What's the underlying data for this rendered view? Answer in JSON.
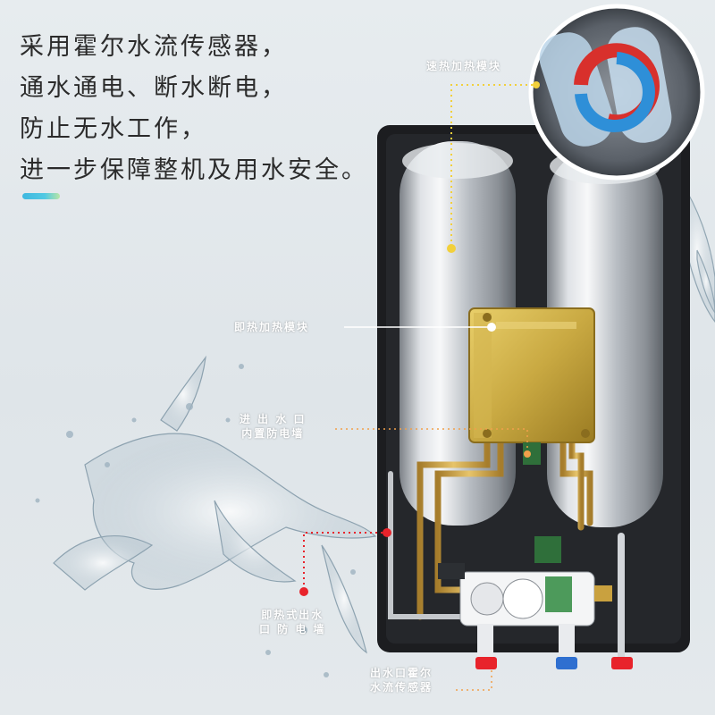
{
  "headline": {
    "lines": [
      "采用霍尔水流传感器，",
      "通水通电、断水断电，",
      "防止无水工作，",
      "进一步保障整机及用水安全。"
    ]
  },
  "callouts": {
    "fast_heating_module": "速热加热模块",
    "instant_heating_module": "即热加热模块",
    "inlet_line1": "进 出 水 口",
    "inlet_line2": "内置防电墙",
    "outlet_line1": "即热式出水",
    "outlet_line2": "口 防 电 墙",
    "sensor_line1": "出水口霍尔",
    "sensor_line2": "水流传感器"
  },
  "colors": {
    "accent_yellow": "#f2d03b",
    "accent_red": "#e8232b",
    "housing": "#1c1d20",
    "tank_silver": "#c9cdd2",
    "module_gold": "#c9a942"
  }
}
